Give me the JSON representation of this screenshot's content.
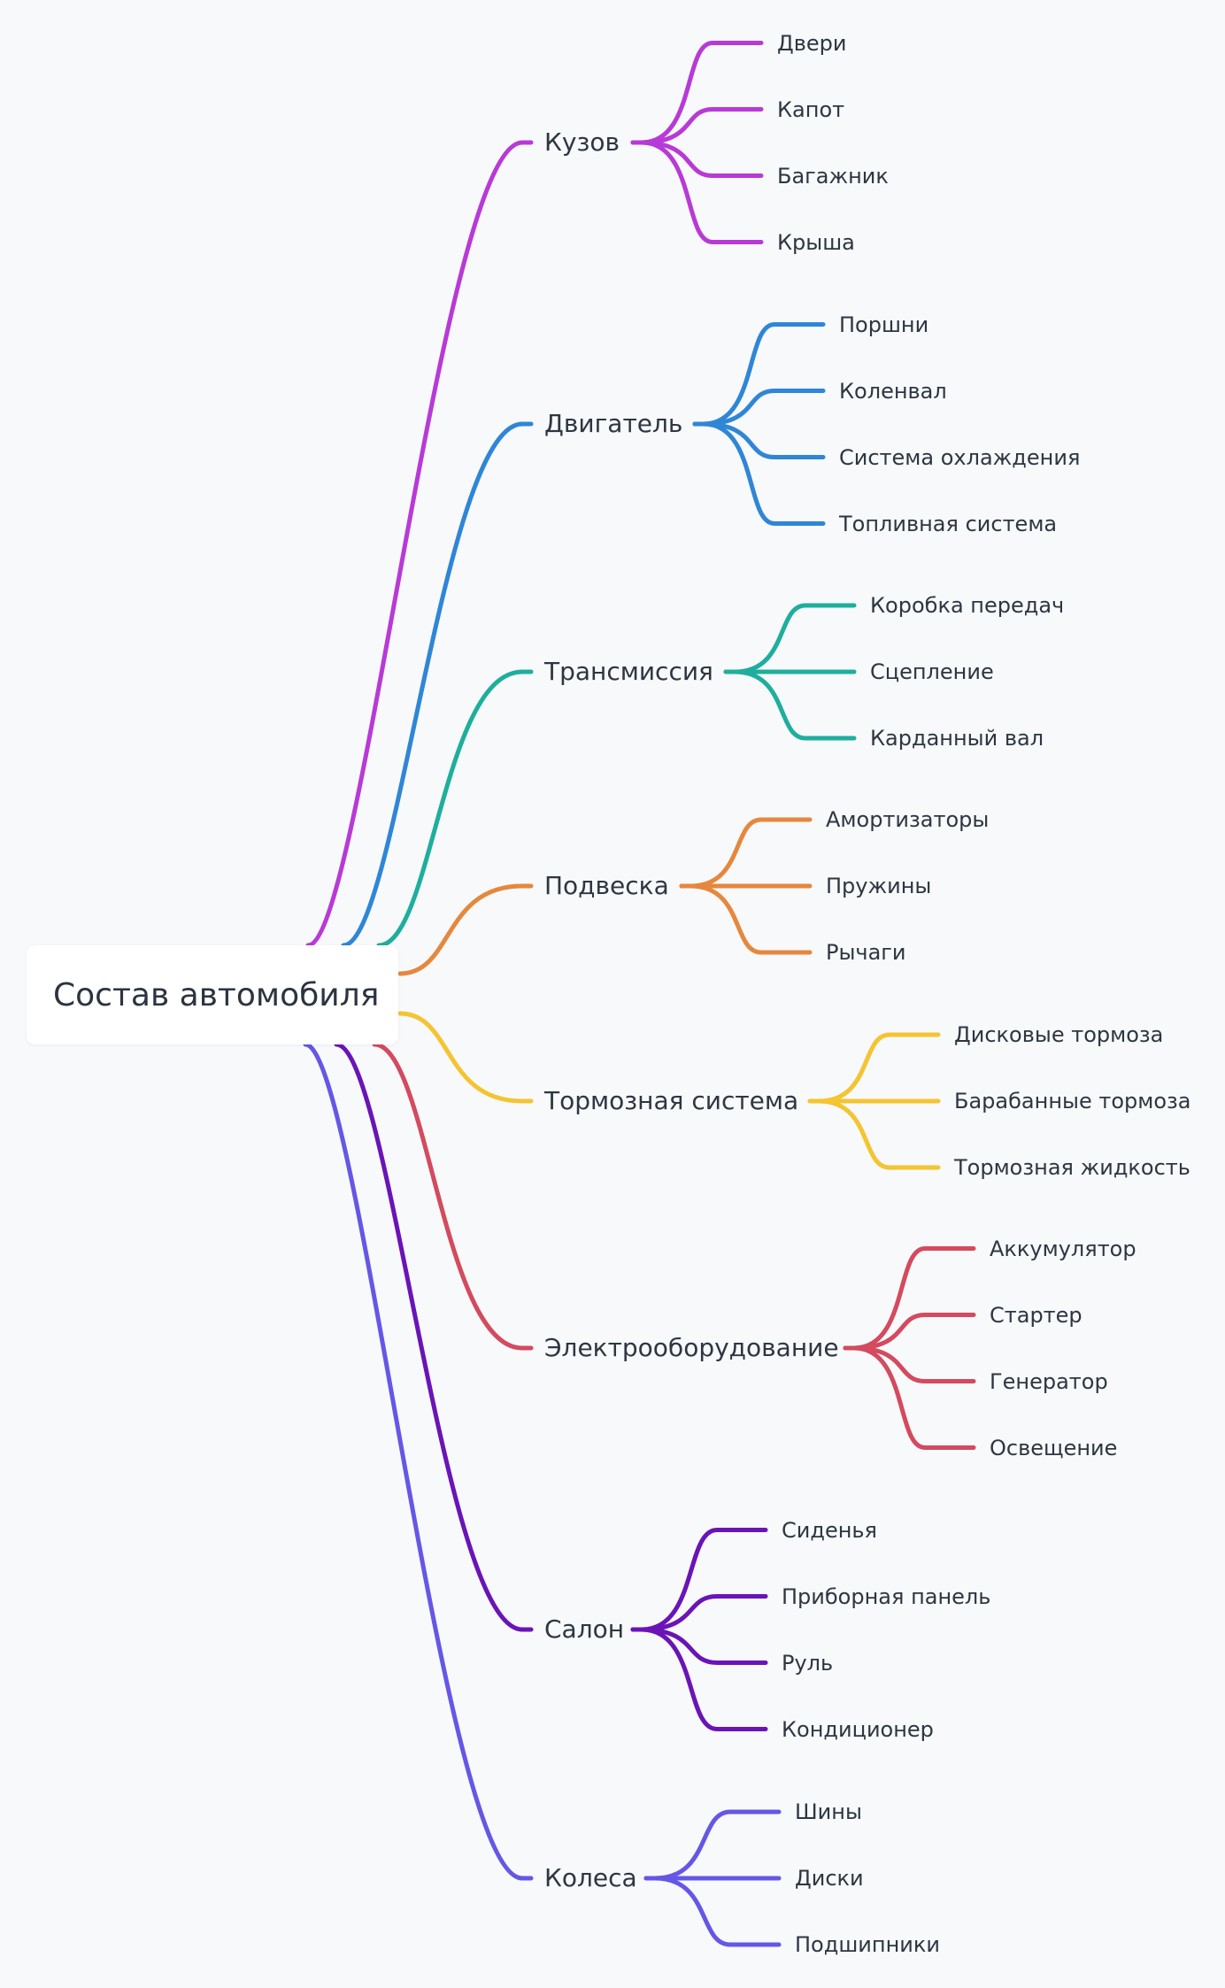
{
  "root": "Состав автомобиля",
  "branches": [
    {
      "label": "Кузов",
      "color": "#b83ad6",
      "children": [
        "Двери",
        "Капот",
        "Багажник",
        "Крыша"
      ]
    },
    {
      "label": "Двигатель",
      "color": "#2f86d6",
      "children": [
        "Поршни",
        "Коленвал",
        "Система охлаждения",
        "Топливная система"
      ]
    },
    {
      "label": "Трансмиссия",
      "color": "#1fae9d",
      "children": [
        "Коробка передач",
        "Сцепление",
        "Карданный вал"
      ]
    },
    {
      "label": "Подвеска",
      "color": "#e5883e",
      "children": [
        "Амортизаторы",
        "Пружины",
        "Рычаги"
      ]
    },
    {
      "label": "Тормозная система",
      "color": "#f4c431",
      "children": [
        "Дисковые тормоза",
        "Барабанные тормоза",
        "Тормозная жидкость"
      ]
    },
    {
      "label": "Электрооборудование",
      "color": "#d44a5e",
      "children": [
        "Аккумулятор",
        "Стартер",
        "Генератор",
        "Освещение"
      ]
    },
    {
      "label": "Салон",
      "color": "#6a14b7",
      "children": [
        "Сиденья",
        "Приборная панель",
        "Руль",
        "Кондиционер"
      ]
    },
    {
      "label": "Колеса",
      "color": "#6557e6",
      "children": [
        "Шины",
        "Диски",
        "Подшипники"
      ]
    }
  ]
}
